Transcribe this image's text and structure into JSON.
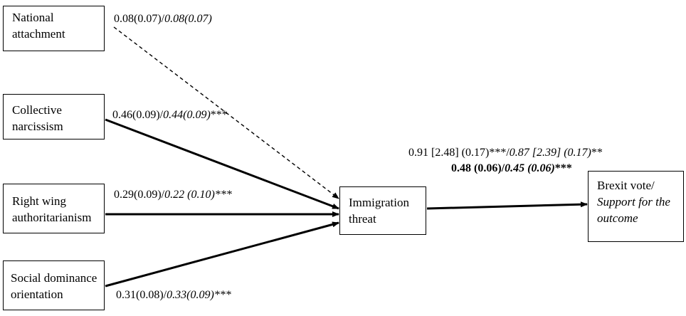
{
  "nodes": {
    "national_attachment": {
      "line1": "National",
      "line2": "attachment"
    },
    "collective_narcissism": {
      "line1": "Collective",
      "line2": "narcissism"
    },
    "right_wing_authoritarianism": {
      "line1": "Right wing",
      "line2": "authoritarianism"
    },
    "social_dominance_orientation": {
      "line1": "Social dominance",
      "line2": "orientation"
    },
    "immigration_threat": {
      "line1": "Immigration",
      "line2": "threat"
    },
    "brexit_vote": {
      "line1": "Brexit vote/",
      "line2": "Support for the",
      "line3": "outcome"
    }
  },
  "paths": {
    "national_attachment": {
      "plain": "0.08(0.07)/",
      "italic": "0.08(0.07)",
      "style": "dashed"
    },
    "collective_narcissism": {
      "plain": "0.46(0.09)/",
      "italic": "0.44(0.09)",
      "stars": "***",
      "style": "solid"
    },
    "right_wing_authoritarianism": {
      "plain": "0.29(0.09)/",
      "italic": "0.22 (0.10)",
      "stars": "***",
      "style": "solid"
    },
    "social_dominance_orientation": {
      "plain": "0.31(0.08)/",
      "italic": "0.33(0.09)",
      "stars": "***",
      "style": "solid"
    },
    "immigration_to_brexit": {
      "line1_plain": "0.91 [2.48] (0.17)***/",
      "line1_italic": "0.87 [2.39] (0.17)",
      "line1_stars": "**",
      "line2_bold": "0.48 (0.06)/",
      "line2_bold_italic": "0.45 (0.06)",
      "line2_stars": "***",
      "style": "solid"
    }
  }
}
